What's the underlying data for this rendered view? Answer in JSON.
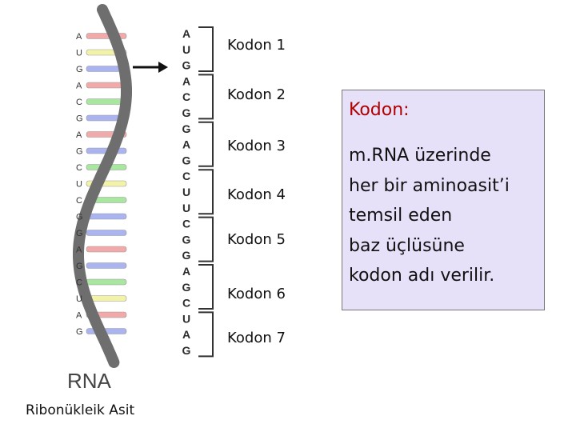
{
  "diagram": {
    "rna_label": "RNA",
    "caption": "Ribonükleik Asit",
    "helix_bases": [
      "A",
      "U",
      "G",
      "A",
      "C",
      "G",
      "A",
      "G",
      "C",
      "U",
      "C",
      "G",
      "G",
      "A",
      "G",
      "C",
      "U",
      "A",
      "G"
    ],
    "sequence": [
      "A",
      "U",
      "G",
      "A",
      "C",
      "G",
      "G",
      "A",
      "G",
      "C",
      "U",
      "U",
      "C",
      "G",
      "G",
      "A",
      "G",
      "C",
      "U",
      "A",
      "G"
    ],
    "codons": [
      "Kodon 1",
      "Kodon 2",
      "Kodon 3",
      "Kodon 4",
      "Kodon 5",
      "Kodon 6",
      "Kodon 7"
    ],
    "base_colors": {
      "A": "#f2a9a9",
      "U": "#f2f2a9",
      "G": "#a9b4f0",
      "C": "#a9e6a0"
    },
    "strand_color": "#6e6e6e"
  },
  "definition": {
    "title": "Kodon:",
    "lines": [
      "m.RNA üzerinde",
      "her bir aminoasit’i",
      "temsil eden",
      "baz üçlüsüne",
      "kodon adı verilir."
    ]
  }
}
